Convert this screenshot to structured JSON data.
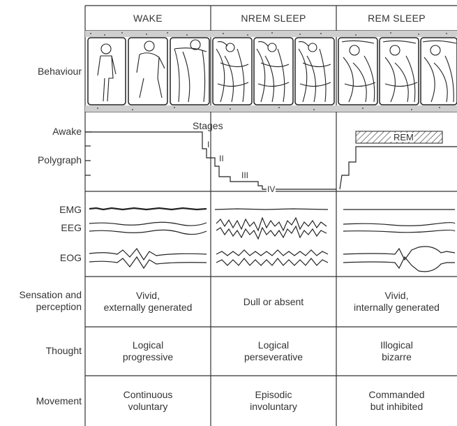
{
  "columns": [
    "WAKE",
    "NREM SLEEP",
    "REM SLEEP"
  ],
  "rows": {
    "behaviour": "Behaviour",
    "awake": "Awake",
    "polygraph": "Polygraph",
    "emg": "EMG",
    "eeg": "EEG",
    "eog": "EOG",
    "sensation": [
      "Sensation and",
      "perception"
    ],
    "thought": "Thought",
    "movement": "Movement"
  },
  "hypnogram": {
    "stages_label": "Stages",
    "stage_labels": [
      "I",
      "II",
      "III",
      "IV"
    ],
    "rem_label": "REM"
  },
  "sensation": [
    [
      "Vivid,",
      "externally generated"
    ],
    [
      "Dull or absent"
    ],
    [
      "Vivid,",
      "internally generated"
    ]
  ],
  "thought": [
    [
      "Logical",
      "progressive"
    ],
    [
      "Logical",
      "perseverative"
    ],
    [
      "Illogical",
      "bizarre"
    ]
  ],
  "movement": [
    [
      "Continuous",
      "voluntary"
    ],
    [
      "Episodic",
      "involuntary"
    ],
    [
      "Commanded",
      "but inhibited"
    ]
  ]
}
